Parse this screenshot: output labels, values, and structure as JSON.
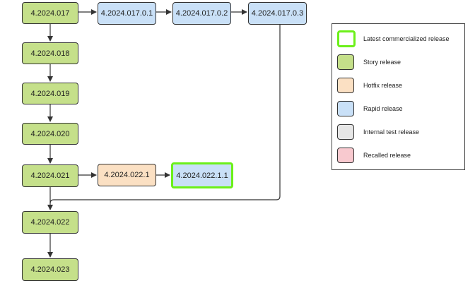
{
  "colors": {
    "story": "#c5e08a",
    "rapid": "#c9e0f7",
    "hotfix": "#fbe0c3",
    "internal_test": "#e6e6e6",
    "recalled": "#f8c9cf",
    "latest_border": "#6cf01a"
  },
  "nodes": {
    "n017": "4.2024.017",
    "n018": "4.2024.018",
    "n019": "4.2024.019",
    "n020": "4.2024.020",
    "n021": "4.2024.021",
    "n022": "4.2024.022",
    "n023": "4.2024.023",
    "r0171": "4.2024.017.0.1",
    "r0172": "4.2024.017.0.2",
    "r0173": "4.2024.017.0.3",
    "h0221": "4.2024.022.1",
    "r02211": "4.2024.022.1.1"
  },
  "legend": {
    "items": [
      {
        "label": "Latest commercialized release"
      },
      {
        "label": "Story release"
      },
      {
        "label": "Hotfix release"
      },
      {
        "label": "Rapid release"
      },
      {
        "label": "Internal test release"
      },
      {
        "label": "Recalled release"
      }
    ]
  }
}
